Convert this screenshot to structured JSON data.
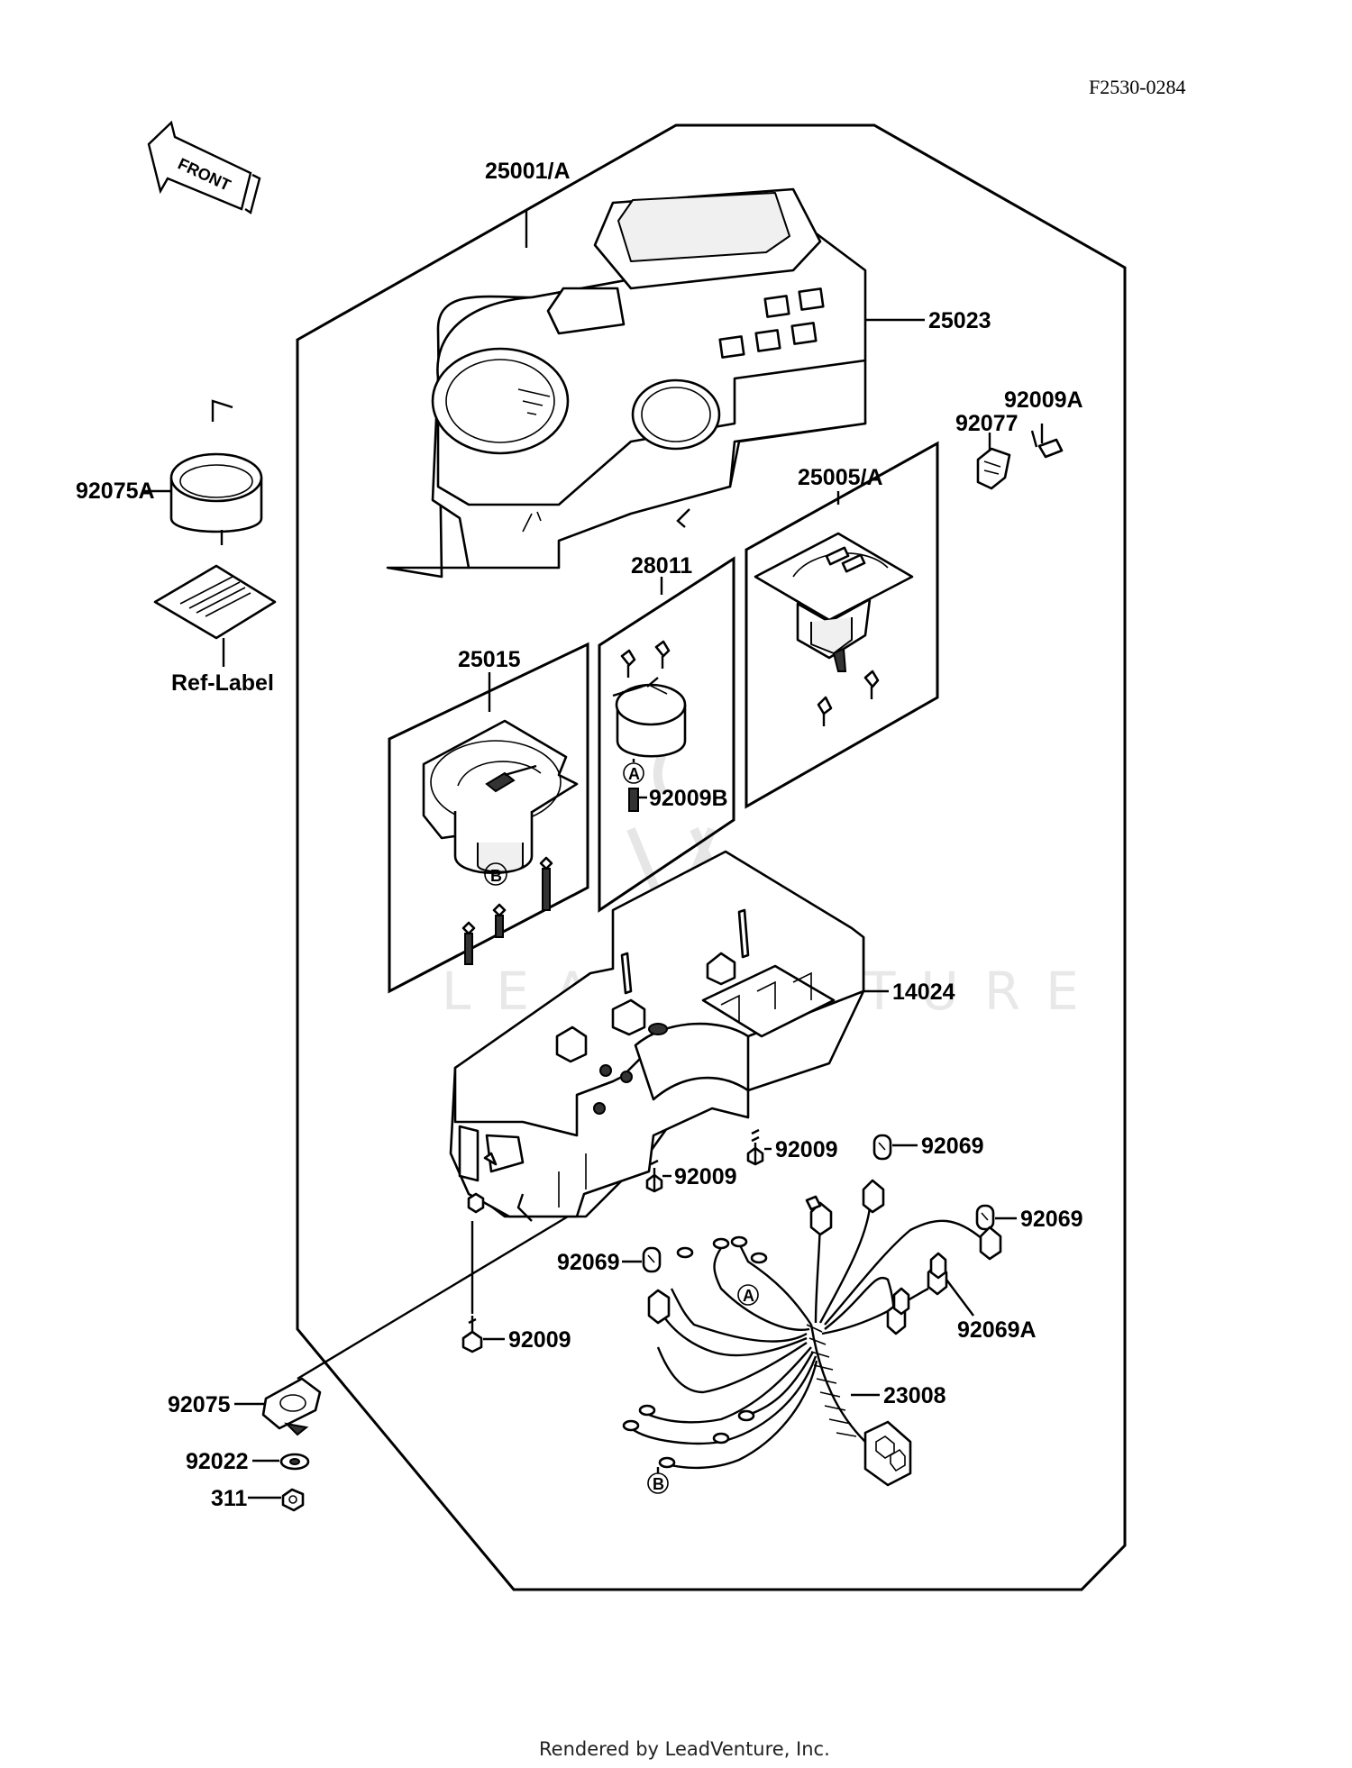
{
  "drawing_code": "F2530-0284",
  "front_label": "FRONT",
  "footer": "Rendered by LeadVenture, Inc.",
  "watermark": "LEADVENTURE",
  "callouts": {
    "assy": "25001/A",
    "cover": "25023",
    "ring": "92075A",
    "ref_label": "Ref-Label",
    "knob_screw": "92009A",
    "knob": "92077",
    "speedo": "25005/A",
    "clock": "28011",
    "tacho": "25015",
    "screw_b": "92009B",
    "case": "14024",
    "screw_1": "92009",
    "screw_2": "92009",
    "screw_3": "92009",
    "socket_1": "92069",
    "socket_2": "92069",
    "socket_3": "92069",
    "socket_a": "92069A",
    "harness": "23008",
    "damper": "92075",
    "washer": "92022",
    "nut": "311"
  },
  "markers": {
    "a": "A",
    "b": "B"
  }
}
